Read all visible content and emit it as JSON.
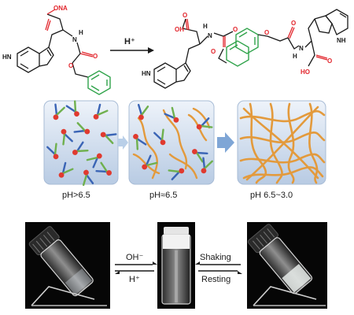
{
  "reaction": {
    "arrow_label": "H⁺",
    "reactant_atoms": {
      "carboxylate": "ONA",
      "ring_nh": "HN",
      "amide_n": "N",
      "amide_h": "H",
      "carbonyl_o": "O",
      "ester_o": "O"
    },
    "product_atoms": {
      "acid_o": "O",
      "acid_oh": "OH",
      "amide_h": "H",
      "amide_n": "N",
      "carbonyl_o": "O",
      "ester_o": "O",
      "ring_nh": "HN"
    },
    "dimer_atoms": {
      "carbonyl_o": "O",
      "ester_o": "O",
      "amide_n": "N",
      "amide_h": "H",
      "acid_o": "O",
      "acid_oh": "HO",
      "ring_nh": "NH"
    }
  },
  "stages": [
    {
      "label": "pH>6.5"
    },
    {
      "label": "pH≈6.5"
    },
    {
      "label": "pH 6.5~3.0"
    }
  ],
  "vials": {
    "left_arrow_top": "OH⁻",
    "left_arrow_bottom": "H⁺",
    "right_arrow_top": "Shaking",
    "right_arrow_bottom": "Resting"
  },
  "colors": {
    "bond": "#1a1a1a",
    "oxygen": "#e2242b",
    "phenyl": "#2fa34a",
    "fiber": "#e39a3c",
    "panel_fill": "#c9d7e8",
    "stage_arrow": "#9ab9dc",
    "head_red": "#e03a2f",
    "tail_blue": "#3a64b5",
    "tail_green": "#6fb04e"
  }
}
